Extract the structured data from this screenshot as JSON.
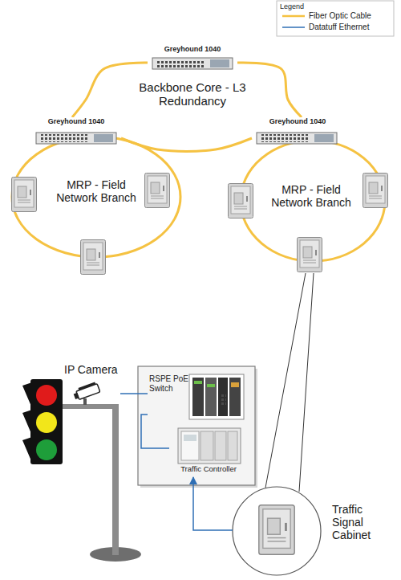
{
  "diagram": {
    "nodes": [
      {
        "text": [
          "Greyhound 1040"
        ]
      },
      {
        "text": [
          "Greyhound 1040"
        ]
      },
      {
        "text": [
          "Greyhound 1040"
        ]
      },
      {
        "text": [
          "IP Camera"
        ]
      },
      {
        "text": [
          "RSPE PoE Switch"
        ]
      },
      {
        "text": [
          "Traffic Controller"
        ]
      },
      {
        "text": [
          "Traffic Signal Cabinet"
        ]
      }
    ],
    "edges": [
      {
        "from": 0,
        "to": 1,
        "arrow": "none"
      },
      {
        "from": 0,
        "to": 2,
        "arrow": "none"
      },
      {
        "from": 1,
        "to": 2,
        "arrow": "none"
      },
      {
        "from": 3,
        "to": 4,
        "arrow": "none"
      },
      {
        "from": 4,
        "to": 5,
        "arrow": "none"
      },
      {
        "from": 6,
        "to": 5,
        "arrow": "to"
      }
    ],
    "labels": [
      "Backbone Core - L3 Redundancy",
      "MRP - Field Network Branch",
      "MRP - Field Network Branch",
      "Legend"
    ],
    "legend": [
      {
        "text": "Fiber Optic Cable"
      },
      {
        "text": "Datatuff Ethernet"
      }
    ]
  }
}
